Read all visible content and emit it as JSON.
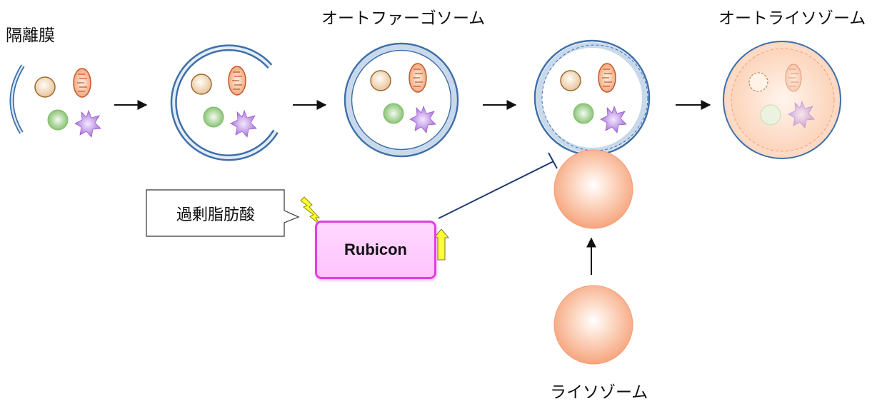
{
  "labels": {
    "isolation_membrane": "隔離膜",
    "autophagosome": "オートファーゴソーム",
    "autolysosome": "オートライソゾーム",
    "lysosome": "ライソゾーム"
  },
  "callout": {
    "text": "過剰脂肪酸"
  },
  "rubicon": {
    "label": "Rubicon"
  },
  "colors": {
    "membrane": "#3f6fa8",
    "rubicon_border": "#e23fe0",
    "rubicon_fill": "#ffc8ff",
    "lysosome": "#f7a97c",
    "up_arrow": "#ffff33",
    "lightning": "#ffff00"
  },
  "icons": [
    "tan-vesicle-icon",
    "mitochondrion-icon",
    "green-vesicle-icon",
    "purple-star-icon",
    "lightning-icon",
    "up-arrow-icon"
  ]
}
